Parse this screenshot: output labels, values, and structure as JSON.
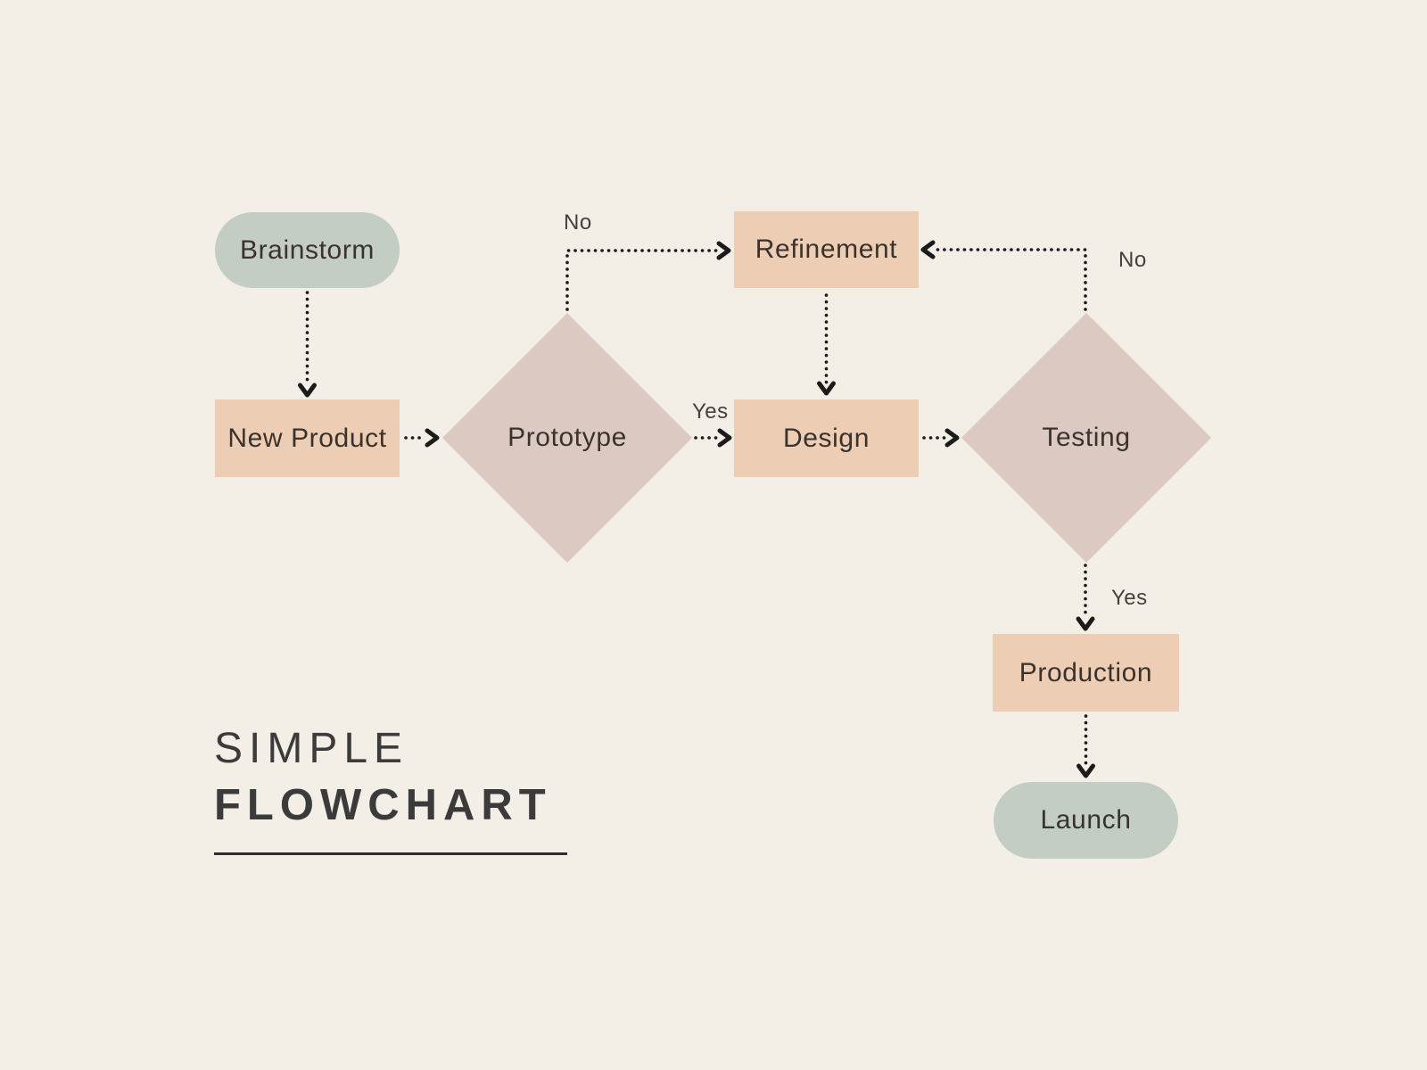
{
  "title": {
    "line1": "SIMPLE",
    "line2": "FLOWCHART"
  },
  "colors": {
    "background": "#f3eee6",
    "terminal-fill": "#c3cdc3",
    "process-fill": "#edcdb3",
    "decision-fill": "#dcc9c1",
    "node-text": "#3a332d",
    "title-text": "#3b3b3b",
    "label-text": "#45403a",
    "connector": "#1b1b1b"
  },
  "nodes": [
    {
      "id": "brainstorm",
      "label": "Brainstorm",
      "shape": "rounded",
      "role": "start"
    },
    {
      "id": "new-product",
      "label": "New Product",
      "shape": "rectangle",
      "role": "process"
    },
    {
      "id": "prototype",
      "label": "Prototype",
      "shape": "diamond",
      "role": "decision"
    },
    {
      "id": "refinement",
      "label": "Refinement",
      "shape": "rectangle",
      "role": "process"
    },
    {
      "id": "design",
      "label": "Design",
      "shape": "rectangle",
      "role": "process"
    },
    {
      "id": "testing",
      "label": "Testing",
      "shape": "diamond",
      "role": "decision"
    },
    {
      "id": "production",
      "label": "Production",
      "shape": "rectangle",
      "role": "process"
    },
    {
      "id": "launch",
      "label": "Launch",
      "shape": "rounded",
      "role": "end"
    }
  ],
  "edges": [
    {
      "from": "brainstorm",
      "to": "new-product",
      "label": ""
    },
    {
      "from": "new-product",
      "to": "prototype",
      "label": ""
    },
    {
      "from": "prototype",
      "to": "refinement",
      "label": "No"
    },
    {
      "from": "prototype",
      "to": "design",
      "label": "Yes"
    },
    {
      "from": "refinement",
      "to": "design",
      "label": ""
    },
    {
      "from": "design",
      "to": "testing",
      "label": ""
    },
    {
      "from": "testing",
      "to": "refinement",
      "label": "No"
    },
    {
      "from": "testing",
      "to": "production",
      "label": "Yes"
    },
    {
      "from": "production",
      "to": "launch",
      "label": ""
    }
  ]
}
